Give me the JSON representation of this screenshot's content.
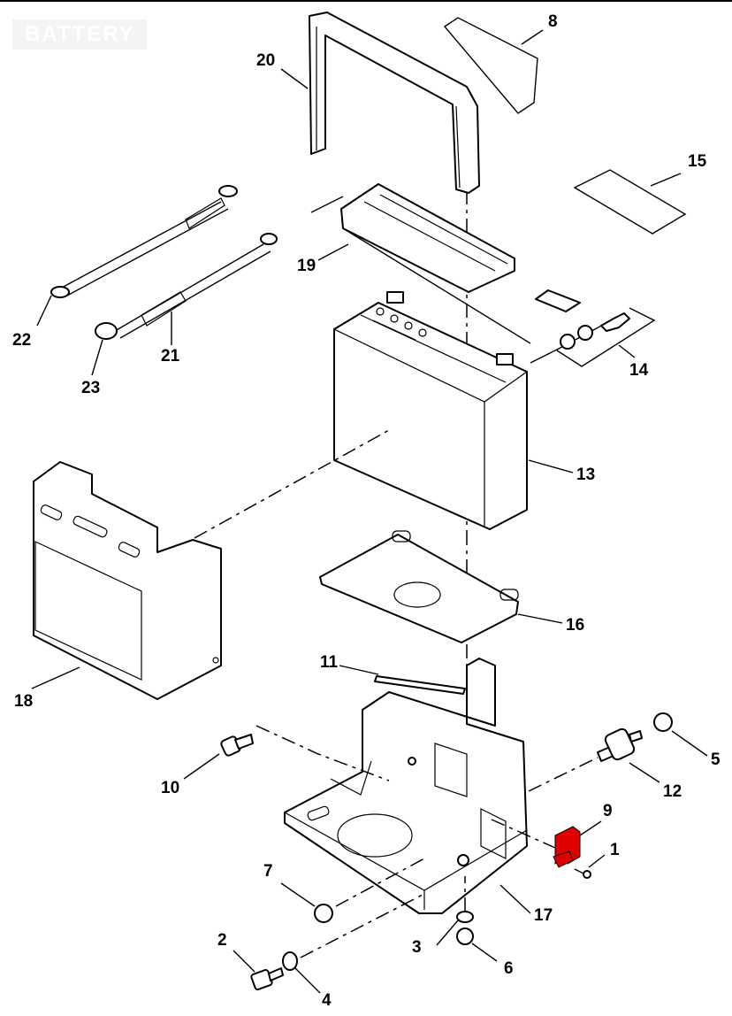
{
  "header": {
    "section_label": "BATTERY"
  },
  "callouts": {
    "c1": "1",
    "c2": "2",
    "c3": "3",
    "c4": "4",
    "c5": "5",
    "c6": "6",
    "c7": "7",
    "c8": "8",
    "c9": "9",
    "c10": "10",
    "c11": "11",
    "c12": "12",
    "c13": "13",
    "c14": "14",
    "c15": "15",
    "c16": "16",
    "c17": "17",
    "c18": "18",
    "c19": "19",
    "c20": "20",
    "c21": "21",
    "c22": "22",
    "c23": "23"
  },
  "colors": {
    "highlight": "#e00000",
    "line": "#000000",
    "background": "#ffffff"
  },
  "highlighted_part": "9"
}
